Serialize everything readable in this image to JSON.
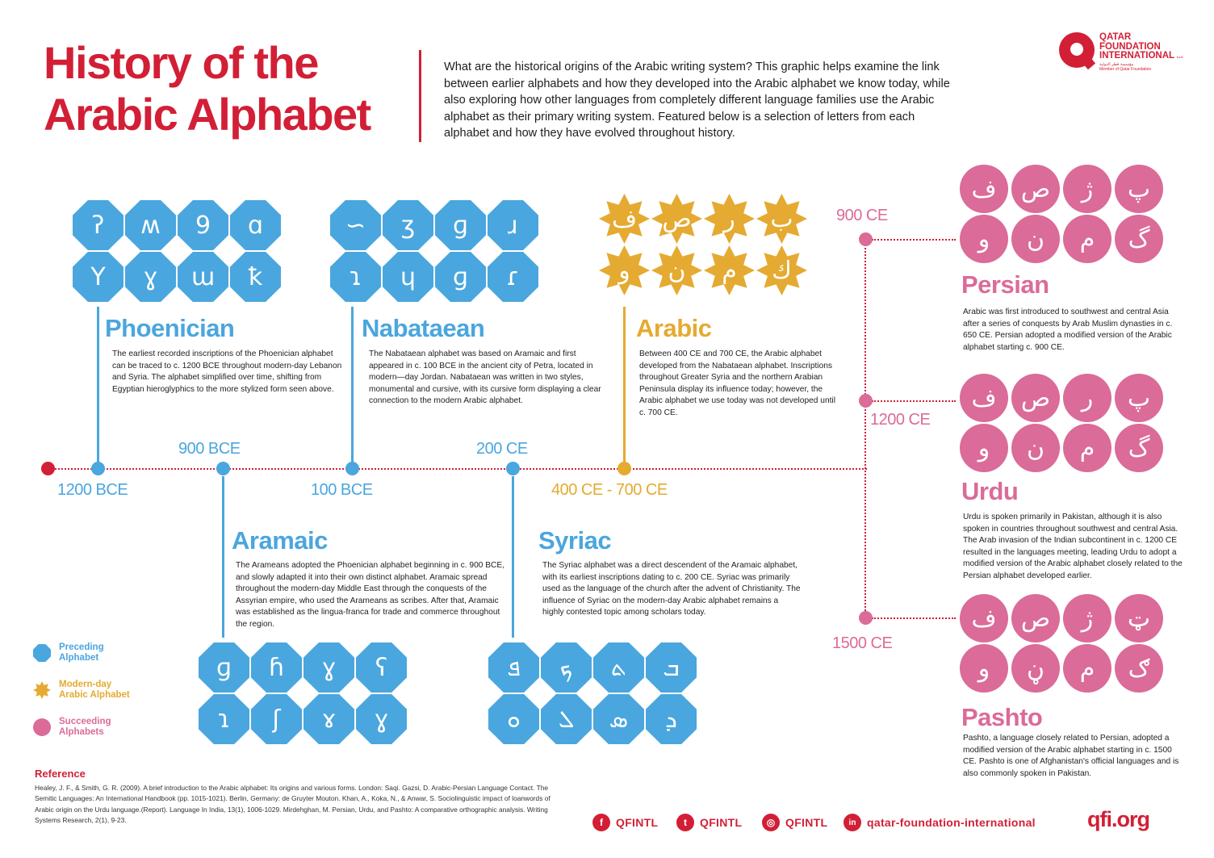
{
  "header": {
    "title_line1": "History of the",
    "title_line2": "Arabic Alphabet",
    "intro": "What are the historical origins of the Arabic writing system? This graphic helps examine the link between earlier alphabets and how they developed into the Arabic alphabet we know today, while also exploring how other languages from completely different language families use the Arabic alphabet as their primary writing system. Featured below is a selection of letters from each alphabet and how they have evolved throughout history."
  },
  "logo": {
    "line1": "QATAR",
    "line2": "FOUNDATION",
    "line3": "INTERNATIONAL",
    "llc": "LLC",
    "arabic": "مؤسسة قطر الدولية",
    "member": "Member of Qatar Foundation"
  },
  "colors": {
    "brand_red": "#d21f36",
    "preceding_blue": "#4aa6de",
    "modern_gold": "#e5aa31",
    "succeeding_pink": "#db6b98"
  },
  "timeline": {
    "dates": {
      "phoenician": "1200 BCE",
      "aramaic": "900 BCE",
      "nabataean": "100 BCE",
      "syriac": "200 CE",
      "arabic": "400 CE - 700 CE",
      "persian": "900 CE",
      "urdu": "1200 CE",
      "pashto": "1500 CE"
    }
  },
  "alphabets": {
    "phoenician": {
      "name": "Phoenician",
      "letters": [
        "ʔ",
        "ʍ",
        "9",
        "ɑ",
        "Y",
        "ɣ",
        "ɯ",
        "ꝁ"
      ],
      "description": "The earliest recorded inscriptions of the Phoenician alphabet can be traced to c. 1200 BCE throughout modern-day Lebanon and Syria. The alphabet simplified over time, shifting from Egyptian hieroglyphics to the more stylized form seen above."
    },
    "nabataean": {
      "name": "Nabataean",
      "letters": [
        "∽",
        "ʒ",
        "ɡ",
        "ɹ",
        "ɿ",
        "ɥ",
        "ɡ",
        "ɾ"
      ],
      "description": "The Nabataean alphabet was based on Aramaic and first appeared in c. 100 BCE in the ancient city of Petra, located in modern—day Jordan. Nabataean was written in two styles, monumental and cursive, with its cursive form displaying a clear connection to the modern Arabic alphabet."
    },
    "arabic": {
      "name": "Arabic",
      "letters": [
        "ف",
        "ص",
        "ر",
        "ب",
        "و",
        "ن",
        "م",
        "ك"
      ],
      "description": "Between 400 CE and 700 CE, the Arabic alphabet developed from the Nabataean alphabet. Inscriptions throughout Greater Syria and the northern Arabian Peninsula display its influence today; however, the Arabic alphabet we use today was not developed until c. 700 CE."
    },
    "aramaic": {
      "name": "Aramaic",
      "letters": [
        "ɡ",
        "ɦ",
        "ɣ",
        "ʕ",
        "ɿ",
        "ʃ",
        "ɤ",
        "ɣ"
      ],
      "description": "The Arameans adopted the Phoenician alphabet beginning in c. 900 BCE, and slowly adapted it into their own distinct alphabet. Aramaic spread throughout the modern-day Middle East through the conquests of the Assyrian empire, who used the Arameans as scribes. After that, Aramaic was established as the lingua-franca for trade and commerce throughout the region."
    },
    "syriac": {
      "name": "Syriac",
      "letters": [
        "ܦ",
        "ܟ",
        "ܬ",
        "ܒ",
        "ܘ",
        "ܠ",
        "ܣ",
        "ܕ"
      ],
      "description": "The Syriac alphabet was a direct descendent of the Aramaic alphabet, with its earliest inscriptions dating to c. 200 CE. Syriac was primarily used as the language of the church after the advent of Christianity. The influence of Syriac on the modern-day Arabic alphabet remains a highly contested topic among scholars today."
    },
    "persian": {
      "name": "Persian",
      "letters": [
        "ف",
        "ص",
        "ژ",
        "پ",
        "و",
        "ن",
        "م",
        "گ"
      ],
      "description": "Arabic was first introduced to southwest and central Asia after a series of conquests by Arab Muslim dynasties in c. 650 CE. Persian adopted a modified version of the Arabic alphabet starting c. 900 CE."
    },
    "urdu": {
      "name": "Urdu",
      "letters": [
        "ف",
        "ص",
        "ر",
        "پ",
        "و",
        "ن",
        "م",
        "گ"
      ],
      "description": "Urdu is spoken primarily in Pakistan, although it is also spoken in countries throughout southwest and central Asia. The Arab invasion of the Indian subcontinent in c. 1200 CE resulted in the languages meeting, leading Urdu to adopt a modified version of the Arabic alphabet closely related to the Persian alphabet developed earlier."
    },
    "pashto": {
      "name": "Pashto",
      "letters": [
        "ف",
        "ص",
        "ژ",
        "ټ",
        "و",
        "ڼ",
        "م",
        "ګ"
      ],
      "description": "Pashto, a language closely related to Persian, adopted a modified version of the Arabic alphabet starting in c. 1500 CE. Pashto is one of Afghanistan's official languages and is also commonly spoken in Pakistan."
    }
  },
  "legend": {
    "preceding": "Preceding Alphabet",
    "modern": "Modern-day Arabic Alphabet",
    "succeeding": "Succeeding Alphabets"
  },
  "reference": {
    "title": "Reference",
    "text": "Healey, J. F., & Smith, G. R. (2009). A brief introduction to the Arabic alphabet: Its origins and various forms. London: Saqi. Gazsi, D. Arabic-Persian Language Contact. The Semitic Languages: An International Handbook (pp. 1015-1021). Berlin, Germany: de Gruyter Mouton. Khan, A., Koka, N., & Anwar, S. Sociolinguistic impact of loanwords of Arabic origin on the Urdu language.(Report). Language In India, 13(1), 1006-1029. Mirdehghan, M. Persian, Urdu, and Pashto: A comparative orthographic analysis. Writing Systems Research, 2(1), 9-23."
  },
  "footer": {
    "facebook": {
      "icon": "f",
      "label": "QFINTL"
    },
    "twitter": {
      "icon": "t",
      "label": "QFINTL"
    },
    "instagram": {
      "icon": "◎",
      "label": "QFINTL"
    },
    "linkedin": {
      "icon": "in",
      "label": "qatar-foundation-international"
    },
    "site": "qfi.org"
  }
}
